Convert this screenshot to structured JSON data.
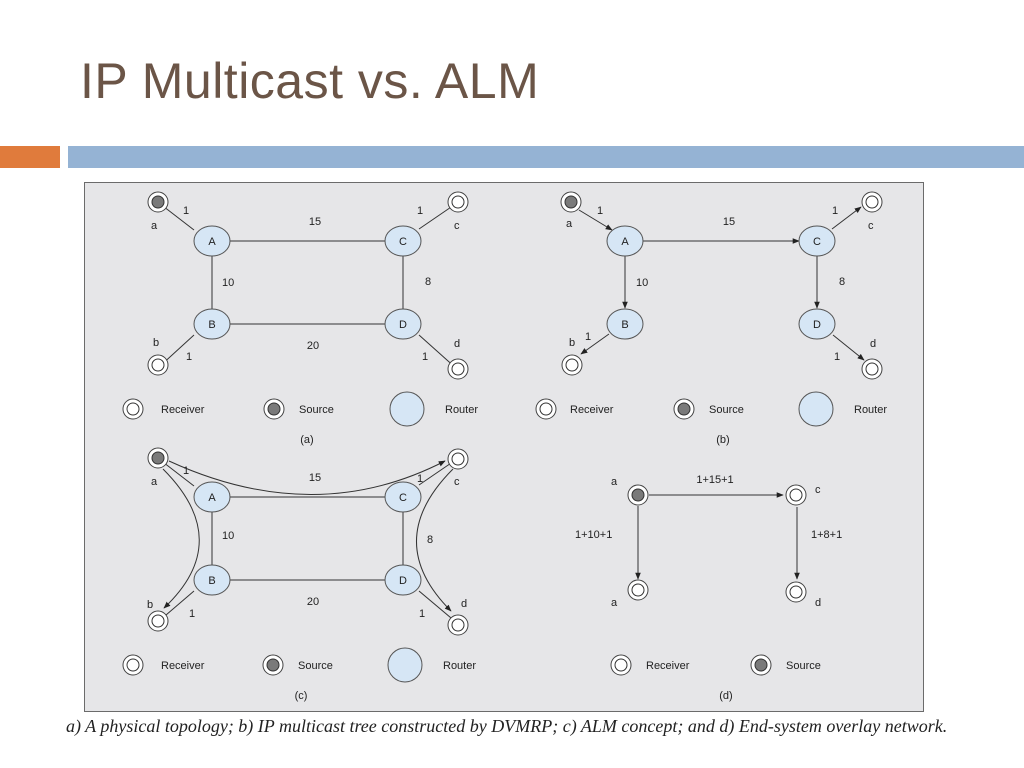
{
  "slide": {
    "title": "IP Multicast vs. ALM",
    "caption": "a) A physical topology; b) IP multicast tree constructed by DVMRP; c) ALM concept; and d) End-system overlay network."
  },
  "colors": {
    "title": "#6b5547",
    "accent_bar": "#e07b3c",
    "main_bar": "#95b3d4",
    "figure_bg": "#e6e6e8",
    "router_fill": "#d6e6f5",
    "source_fill": "#7a7a7a"
  },
  "figure": {
    "legend": {
      "receiver": "Receiver",
      "source": "Source",
      "router": "Router"
    },
    "panels": {
      "a": {
        "label": "(a)",
        "routers": [
          "A",
          "B",
          "C",
          "D"
        ],
        "hosts": [
          "a",
          "b",
          "c",
          "d"
        ],
        "edge_weights": {
          "A-C": "15",
          "A-B": "10",
          "C-D": "8",
          "B-D": "20",
          "a-A": "1",
          "b-B": "1",
          "c-C": "1",
          "d-D": "1"
        }
      },
      "b": {
        "label": "(b)",
        "routers": [
          "A",
          "B",
          "C",
          "D"
        ],
        "hosts": [
          "a",
          "b",
          "c",
          "d"
        ],
        "edge_weights": {
          "A-C": "15",
          "A-B": "10",
          "C-D": "8",
          "a-A": "1",
          "b-B": "1",
          "c-C": "1",
          "d-D": "1"
        }
      },
      "c": {
        "label": "(c)",
        "routers": [
          "A",
          "B",
          "C",
          "D"
        ],
        "hosts": [
          "a",
          "b",
          "c",
          "d"
        ],
        "edge_weights": {
          "A-C": "15",
          "A-B": "10",
          "C-D": "8",
          "B-D": "20",
          "a-A": "1",
          "b-B": "1",
          "c-C": "1",
          "d-D": "1"
        }
      },
      "d": {
        "label": "(d)",
        "hosts": [
          "a",
          "c",
          "a",
          "d"
        ],
        "edge_weights": {
          "a-c": "1+15+1",
          "a-a": "1+10+1",
          "c-d": "1+8+1"
        }
      }
    }
  }
}
